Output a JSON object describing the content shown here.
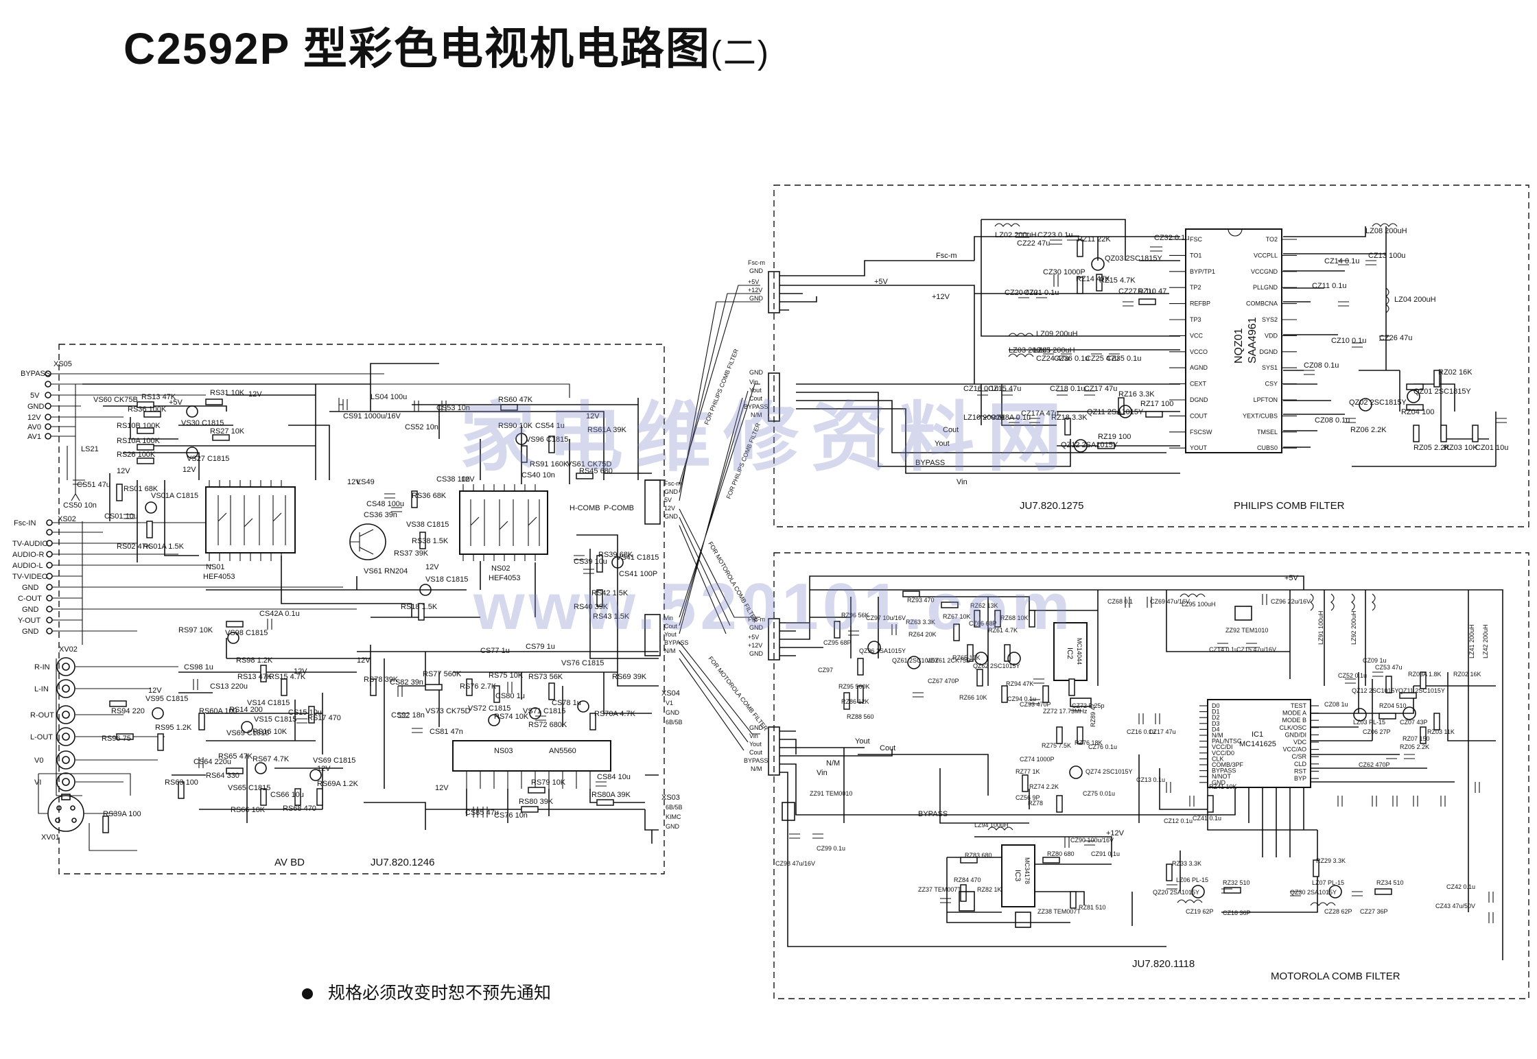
{
  "title": {
    "main": "C2592P 型彩色电视机电路图",
    "suffix": "(二)"
  },
  "footnote": "规格必须改变时恕不预先通知",
  "watermark": {
    "line1": "家电维修资料网",
    "line2": "www.520101.com"
  },
  "boards": {
    "av": {
      "name": "AV BD",
      "code": "JU7.820.1246"
    },
    "philips": {
      "name": "PHILIPS COMB FILTER",
      "code": "JU7.820.1275"
    },
    "motorola": {
      "name": "MOTOROLA COMB FILTER",
      "code": "JU7.820.1118"
    }
  },
  "connectors": {
    "xs05": {
      "name": "XS05",
      "pins": [
        "BYPASS",
        "5V",
        "GND",
        "12V",
        "AV0",
        "AV1"
      ]
    },
    "xs02": {
      "name": "XS02",
      "pins": [
        "Fsc-IN",
        "TV-AUDIO",
        "AUDIO-R",
        "AUDIO-L",
        "TV-VIDEO",
        "GND",
        "C-OUT",
        "GND",
        "Y-OUT",
        "GND"
      ]
    },
    "xv02": {
      "name": "XV02",
      "jacks": [
        "R-IN",
        "L-IN",
        "R-OUT",
        "L-OUT",
        "V0",
        "VI"
      ]
    },
    "xv01": {
      "name": "XV01"
    },
    "xs04": {
      "name": "XS04",
      "pins": [
        "V1",
        "GND",
        "6B/5B"
      ]
    },
    "xs03": {
      "name": "XS03",
      "pins": [
        "6B/5B",
        "KIMC",
        "GND"
      ]
    },
    "av_right": {
      "pins": [
        "Fsc-m",
        "GND",
        "5V",
        "12V",
        "GND"
      ]
    },
    "av_right2": {
      "pins": [
        "Vin",
        "Cout",
        "Yout",
        "BYPASS",
        "N/M"
      ]
    },
    "ph_in1": {
      "pins": [
        "Fsc-m",
        "GND",
        "+5V",
        "+12V",
        "GND"
      ]
    },
    "ph_in2": {
      "pins": [
        "GND",
        "Vin",
        "Yout",
        "Cout",
        "BYPASS",
        "N/M"
      ]
    },
    "mo_in1": {
      "pins": [
        "Fsc-m",
        "GND",
        "+5V",
        "+12V",
        "GND"
      ]
    },
    "mo_in2": {
      "pins": [
        "GND",
        "Vin",
        "Yout",
        "Cout",
        "BYPASS",
        "N/M"
      ]
    }
  },
  "routing_labels": [
    "FOR PHILIPS COMB FILTER",
    "FOR PHILIPS COMB FILTER",
    "FOR MOTOROLA COMB FILTER",
    "FOR MOTOROLA COMB FILTER"
  ],
  "ics": {
    "ns01": {
      "ref": "NS01",
      "part": "HEF4053"
    },
    "ns02": {
      "ref": "NS02",
      "part": "HEF4053"
    },
    "ns03": {
      "ref": "NS03",
      "part": "AN5560"
    },
    "nqz01": {
      "ref": "NQZ01",
      "part": "SAA4961",
      "left_pins": [
        "FSC",
        "TO1",
        "BYP/TP1",
        "TP2",
        "REFBP",
        "TP3",
        "VCC",
        "VCCO",
        "AGND",
        "CEXT",
        "DGND",
        "COUT",
        "FSCSW",
        "YOUT"
      ],
      "right_pins": [
        "TO2",
        "VCCPLL",
        "VCCGND",
        "PLLGND",
        "COMBCNA",
        "SYS2",
        "VDD",
        "DGND",
        "SYS1",
        "CSY",
        "LPFTON",
        "YEXT/CUBS",
        "TMSEL",
        "CUBS0"
      ]
    },
    "ic1": {
      "ref": "IC1",
      "part": "MC141625",
      "left_pins": [
        "D0",
        "D1",
        "D2",
        "D3",
        "D4",
        "N/M",
        "PAL/NTSC",
        "VCC/DI",
        "VCC/D0",
        "CLK",
        "COMB/3PF",
        "BYPASS",
        "N/NOT",
        "GND"
      ],
      "top_pins": [
        "TEST",
        "MODE A",
        "MODE B",
        "CLK/OSC",
        "GND/DI",
        "VDC",
        "VCC/AO",
        "C/SR",
        "CLD",
        "RST",
        "BYP"
      ]
    },
    "ic2": {
      "ref": "IC2",
      "part": "MC14044"
    },
    "ic3": {
      "ref": "IC3",
      "part": "MC34178"
    }
  },
  "parts": {
    "av": [
      "VS60 CK75B",
      "RS13 47K",
      "RS31 10K",
      "RS36 100K",
      "VS30 C1815",
      "RS10B 100K",
      "RS10A 100K",
      "RS26 100K",
      "RS27 10K",
      "VS27 C1815",
      "LS21",
      "LS04 100u",
      "CS91 1000u/16V",
      "CS52 10n",
      "CS53 10n",
      "RS60 47K",
      "RS90 10K",
      "CS54 1u",
      "VS96 C1815",
      "RS91 160K",
      "VS61 CK75D",
      "RS61A 39K",
      "RS45 680",
      "CS51 47u",
      "CS50 10n",
      "RS01 68K",
      "VS01A C1815",
      "CS01 10u",
      "RS02 47K",
      "RS01A 1.5K",
      "LS49",
      "CS48 100u",
      "CS36 39n",
      "RS36 68K",
      "VS38 C1815",
      "RS38 1.5K",
      "RS37 39K",
      "VS61 RN204",
      "CS38 10n",
      "CS40 10n",
      "VS18 C1815",
      "RS18 1.5K",
      "RS39 68K",
      "CS39 10u",
      "VS41 C1815",
      "CS41 100P",
      "RS40 39K",
      "RS42 1.5K",
      "RS43 1.5K",
      "CS42A 0.1u",
      "RS97 10K",
      "VS98 C1815",
      "CS98 1u",
      "RS98 1.2K",
      "RS94 220",
      "VS95 C1815",
      "CS13 220u",
      "RS13 47K",
      "RS15 4.7K",
      "VS14 C1815",
      "VS15 C1815",
      "CS15 10u",
      "RS17 470",
      "RS60A 100",
      "RS14 200",
      "VS69 C1815",
      "RS16 10K",
      "RS95 1.2K",
      "RS96 75",
      "CS64 220u",
      "RS65 47K",
      "RS67 4.7K",
      "RS64 330",
      "VS65 C1815",
      "CS66 10u",
      "RS68 470",
      "VS69 C1815",
      "RS69A 1.2K",
      "RS63 100",
      "RS66 10K",
      "RS39A 100",
      "RS78 39K",
      "CS82 39n",
      "RS77 560K",
      "CS80 1u",
      "VS73 CK75D",
      "RS76 2.7K",
      "VS72 C1815",
      "CS81 47n",
      "CS92 18n",
      "RS75 10K",
      "CS77 1u",
      "CS79 1u",
      "RS73 56K",
      "CS78 1u",
      "VS76 C1815",
      "RS69 39K",
      "RS74 10K",
      "VS71 C1815",
      "RS72 680K",
      "RS70A 4.7K",
      "CS84 10u",
      "CS85 47u",
      "CS76 10n",
      "RS79 10K",
      "RS80 39K",
      "RS80A 39K"
    ],
    "philips": [
      "LZ02 200uH",
      "CZ22 47u",
      "CZ23 0.1u",
      "RZ11 22K",
      "QZ03 2SC1815Y",
      "CZ30 1000P",
      "RZ14 47K",
      "RZ15 4.7K",
      "CZ32 0.1u",
      "CZ20 47u",
      "CZ21 0.1u",
      "CZ27 0.1u",
      "RZ10 47",
      "LZ09 200uH",
      "LZ03 200uH",
      "LZ05 200uH",
      "CZ24 47u",
      "CZ36 0.1u",
      "CZ25 47u",
      "CZ35 0.1u",
      "CZ16 0.1u",
      "CZ15 47u",
      "CZ18 0.1u",
      "CZ17 47u",
      "LZ10 200uH",
      "CZ18A 0.1u",
      "CZ17A 47u",
      "RZ18 3.3K",
      "QZ11 2SA1015Y",
      "RZ16 3.3K",
      "RZ17 100",
      "RZ19 100",
      "QZ12 2SA1015Y",
      "LZ08 200uH",
      "CZ14 0.1u",
      "CZ13 100u",
      "CZ11 0.1u",
      "LZ04 200uH",
      "CZ10 0.1u",
      "CZ26 47u",
      "CZ08 0.1u",
      "RZ02 16K",
      "QZ01 2SC1815Y",
      "QZ02 2SC1815Y",
      "RZ04 100",
      "RZ06 2.2K",
      "RZ05 2.2K",
      "RZ03 10K",
      "CZ01 10u",
      "CZ08 0.1u"
    ],
    "motorola": [
      "RZ96 56K",
      "CZ97 10u/16V",
      "RZ93 470",
      "RZ63 3.3K",
      "RZ67 10K",
      "RZ62 13K",
      "RZ68 10K",
      "CZ95 68P",
      "RZ64 20K",
      "CZ66 68P",
      "RZ61 4.7K",
      "QZ96 2SA1015Y",
      "QZ61 2SC1015Y",
      "VDZ61 2CK75D",
      "QZ62 2SC1015Y",
      "RZ65 10K",
      "CZ67 470P",
      "RZ66 10K",
      "RZ94 47K",
      "CZ94 0.1u",
      "CZ68 0.1",
      "CZ69 47u/16V",
      "LZ95 100uH",
      "ZZ92 TEM1010",
      "CZ96 22u/16V",
      "LZ91 100uH",
      "LZ92 200uH",
      "CZ14 0.1u",
      "CZ15 47u/16V",
      "CZ97",
      "RZ95 560K",
      "RZ86 12K",
      "RZ88 560",
      "CZ93 470P",
      "ZZ72 17.73MHz",
      "CZ72 5-25p",
      "RZ89 47",
      "CZ16 0.1u",
      "CZ17 47u",
      "CZ09 1u",
      "CZ53 47u",
      "CZ52 0.1u",
      "RZ03A 1.8K",
      "RZ02 16K",
      "QZ12 2SC1015Y",
      "QZ11 2SC1015Y",
      "CZ08 1u",
      "LZ03 PL-15",
      "RZ04 510",
      "CZ07 43P",
      "CZ06 27P",
      "RZ07 150",
      "RZ05 2.2K",
      "RZ03 11K",
      "CZ62 470P",
      "CZ74 1000P",
      "RZ75 7.5K",
      "RZ76 18K",
      "CZ76 0.1u",
      "RZ77 1K",
      "QZ74 2SC1015Y",
      "RZ74 2.2K",
      "CZ75 0.01u",
      "CZ56 9P",
      "RZ78",
      "ZZ91 TEM0010",
      "CZ13 0.1u",
      "CZ12 0.1u",
      "CZ41 0.1u",
      "RZ41 10K",
      "LZ94 100uH",
      "RZ83 680",
      "RZ80 680",
      "CZ90 100u/16V",
      "CZ91 0.1u",
      "ZZ37 TEM007T",
      "ZZ38 TEM007T",
      "RZ81 510",
      "RZ84 470",
      "RZ82 1K",
      "RZ33 3.3K",
      "LZ06 PL-15",
      "RZ32 510",
      "QZ20 2SA1015Y",
      "CZ19 62P",
      "CZ18 36P",
      "RZ29 3.3K",
      "LZ07 PL-15",
      "RZ34 510",
      "QZ30 2SA1015Y",
      "CZ28 62P",
      "CZ27 36P",
      "CZ42 0.1u",
      "CZ43 47u/50V",
      "CZ98 47u/16V",
      "CZ99 0.1u",
      "LZ41 200uH",
      "LZ42 200uH"
    ]
  },
  "net_labels": [
    "12V",
    "12V",
    "+5V",
    "+5V",
    "+12V",
    "Fsc-m",
    "Cout",
    "Yout",
    "BYPASS",
    "Vin",
    "N/M",
    "H-COMB",
    "P-COMB",
    "12V",
    "12V",
    "12V",
    "12V",
    "12V",
    "12V",
    "+12V",
    "Yout",
    "Cout",
    "N/M",
    "Vin",
    "BYPASS"
  ]
}
